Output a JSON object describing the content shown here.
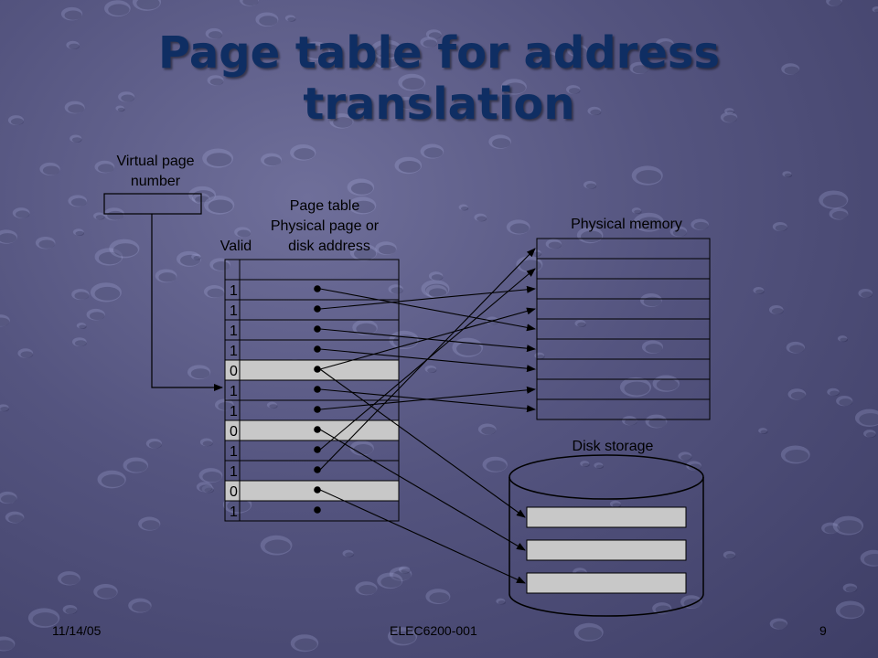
{
  "slide": {
    "title_line1": "Page table for address",
    "title_line2": "translation"
  },
  "diagram": {
    "virtual_page_label_line1": "Virtual page",
    "virtual_page_label_line2": "number",
    "page_table_label": "Page table",
    "physical_page_label": "Physical page or",
    "disk_address_label": "disk address",
    "valid_label": "Valid",
    "physical_memory_label": "Physical memory",
    "disk_storage_label": "Disk storage",
    "valid_bits": [
      "1",
      "1",
      "1",
      "1",
      "0",
      "1",
      "1",
      "0",
      "1",
      "1",
      "0",
      "1"
    ]
  },
  "footer": {
    "date": "11/14/05",
    "course": "ELEC6200-001",
    "page": "9"
  },
  "colors": {
    "title": "#0f2e63",
    "invalid_row": "#c8c8c8",
    "disk_block": "#c8c8c8"
  }
}
